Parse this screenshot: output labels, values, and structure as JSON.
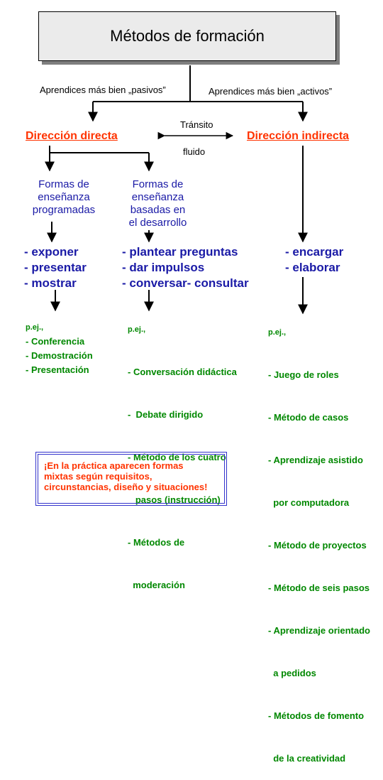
{
  "title": "Métodos de formación",
  "labels": {
    "passive": "Aprendices más bien „pasivos”",
    "active": "Aprendices más bien „activos”",
    "transit_top": "Tránsito",
    "transit_bottom": "fluido"
  },
  "directions": {
    "direct": "Dirección directa",
    "indirect": "Dirección indirecta"
  },
  "forms": {
    "programmed": [
      "Formas de",
      "enseñanza",
      "programadas"
    ],
    "development": [
      "Formas de",
      "enseñanza",
      "basadas en",
      "el desarrollo"
    ]
  },
  "actions": {
    "direct": [
      "- exponer",
      "- presentar",
      "- mostrar"
    ],
    "development": [
      "- plantear preguntas",
      "- dar impulsos",
      "- conversar- consultar"
    ],
    "indirect": [
      "- encargar",
      "- elaborar"
    ]
  },
  "examples": {
    "pej": "p.ej.,",
    "direct": [
      "- Conferencia",
      "- Demostración",
      "- Presentación"
    ],
    "development": [
      "- Conversación didáctica",
      "-  Debate dirigido",
      "- Método de los cuatro",
      "   pasos (instrucción)",
      "- Métodos de",
      "  moderación"
    ],
    "indirect": [
      "- Juego de roles",
      "- Método de casos",
      "- Aprendizaje asistido",
      "  por computadora",
      "- Método de proyectos",
      "- Método de seis pasos",
      "- Aprendizaje orientado",
      "  a pedidos",
      "- Métodos de fomento",
      "  de la creatividad"
    ]
  },
  "note": [
    "¡En la práctica aparecen formas",
    "mixtas según requisitos,",
    "circunstancias, diseño y situaciones!"
  ]
}
